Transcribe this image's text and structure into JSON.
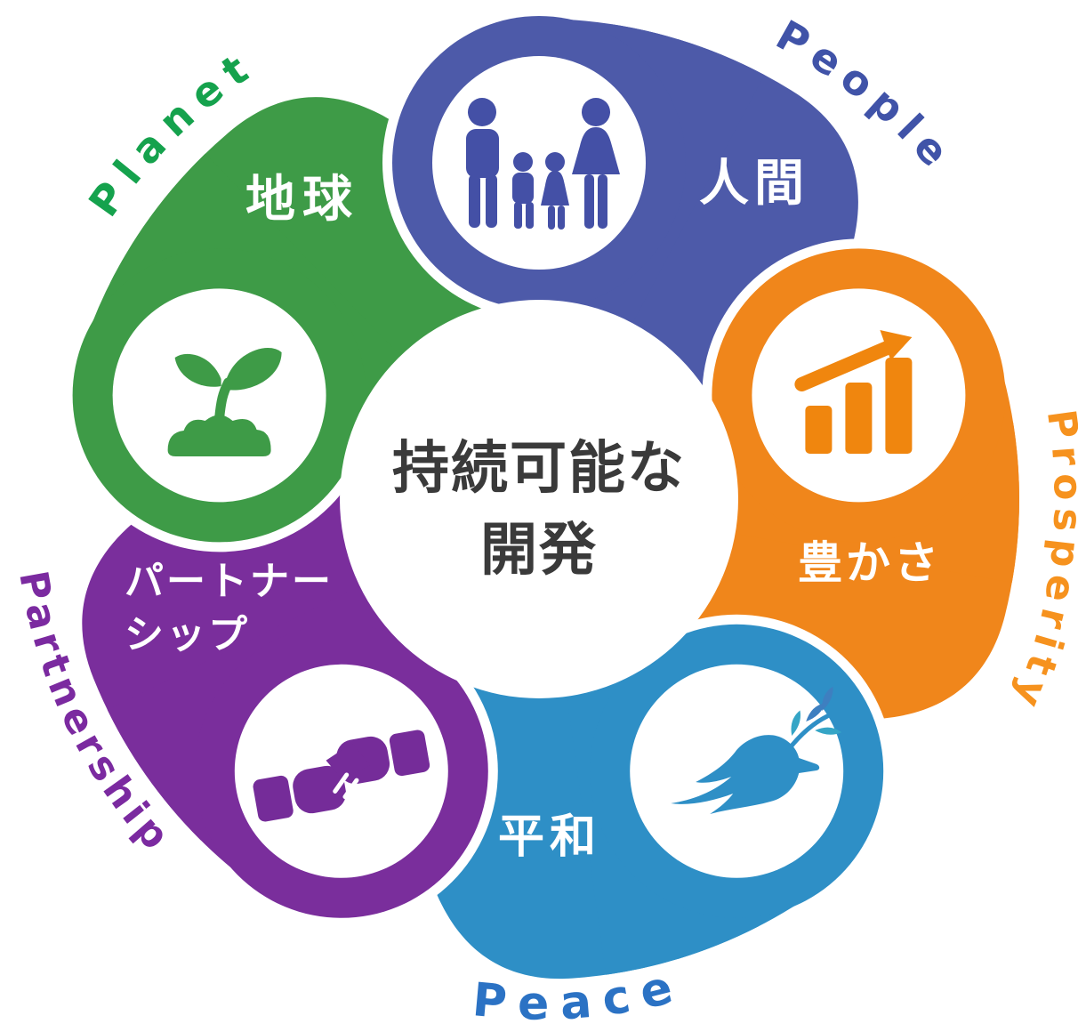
{
  "diagram": {
    "title_center": {
      "line1": "持続可能な",
      "line2": "開発"
    },
    "segments": [
      {
        "id": "people",
        "label_en": "People",
        "label_ja": "人間",
        "color": "#4D5AA9",
        "label_en_color": "#4053A8",
        "icon": "family-icon"
      },
      {
        "id": "prosperity",
        "label_en": "Prosperity",
        "label_ja": "豊かさ",
        "color": "#F0861B",
        "label_en_color": "#F6921E",
        "icon": "bar-chart-growth-icon"
      },
      {
        "id": "peace",
        "label_en": "Peace",
        "label_ja": "平和",
        "color": "#2E8FC6",
        "label_en_color": "#2B72C4",
        "icon": "dove-icon"
      },
      {
        "id": "partnership",
        "label_en": "Partnership",
        "label_ja": "パートナーシップ",
        "ja_lines": [
          "パートナー",
          "シップ"
        ],
        "color": "#7A2E9C",
        "label_en_color": "#7B2AA0",
        "icon": "handshake-icon"
      },
      {
        "id": "planet",
        "label_en": "Planet",
        "label_ja": "地球",
        "color": "#3E9B47",
        "label_en_color": "#15A24D",
        "icon": "sprout-icon"
      }
    ],
    "colors": {
      "background": "#ffffff",
      "center_text": "#3a3a3a",
      "medallion": "#ffffff"
    }
  }
}
